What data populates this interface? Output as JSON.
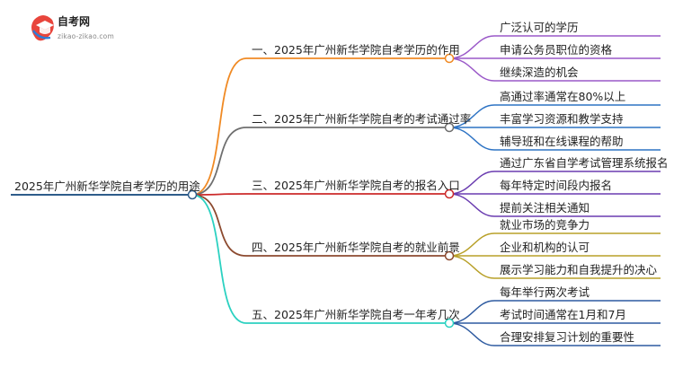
{
  "logo": {
    "name": "自考网",
    "url": "zikao-zikao.com",
    "icon": "graduation-cap-icon"
  },
  "root": {
    "label": "2025年广州新华学院自考学历的用途",
    "color": "#2e5c8a"
  },
  "branches": [
    {
      "label": "一、2025年广州新华学院自考学历的作用",
      "color": "#f08a24",
      "leaves": [
        "广泛认可的学历",
        "申请公务员职位的资格",
        "继续深造的机会"
      ],
      "leaf_color": "#9a58c8"
    },
    {
      "label": "二、2025年广州新华学院自考的考试通过率",
      "color": "#6f6f6f",
      "leaves": [
        "高通过率通常在80%以上",
        "丰富学习资源和教学支持",
        "辅导班和在线课程的帮助"
      ],
      "leaf_color": "#2d73c4"
    },
    {
      "label": "三、2025年广州新华学院自考的报名入口",
      "color": "#cc2a2a",
      "leaves": [
        "通过广东省自学考试管理系统报名",
        "每年特定时间段内报名",
        "提前关注相关通知"
      ],
      "leaf_color": "#6a3cb0"
    },
    {
      "label": "四、2025年广州新华学院自考的就业前景",
      "color": "#8c4a2f",
      "leaves": [
        "就业市场的竞争力",
        "企业和机构的认可",
        "展示学习能力和自我提升的决心"
      ],
      "leaf_color": "#b8a028"
    },
    {
      "label": "五、2025年广州新华学院自考一年考几次",
      "color": "#2bd1c1",
      "leaves": [
        "每年举行两次考试",
        "考试时间通常在1月和7月",
        "合理安排复习计划的重要性"
      ],
      "leaf_color": "#2d5aa0"
    }
  ]
}
